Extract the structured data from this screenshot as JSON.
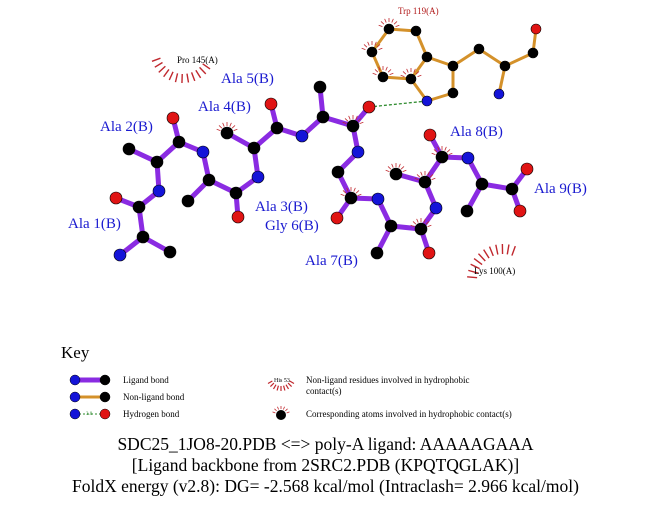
{
  "residue_labels": {
    "ala1": "Ala 1(B)",
    "ala2": "Ala 2(B)",
    "ala3": "Ala 3(B)",
    "ala4": "Ala 4(B)",
    "ala5": "Ala 5(B)",
    "gly6": "Gly 6(B)",
    "ala7": "Ala 7(B)",
    "ala8": "Ala 8(B)",
    "ala9": "Ala 9(B)"
  },
  "protein_residues": {
    "trp119": "Trp 119(A)",
    "pro145": "Pro 145(A)",
    "lys100": "Lys 100(A)"
  },
  "key": {
    "title": "Key",
    "ligand_bond": "Ligand bond",
    "non_ligand_bond": "Non-ligand bond",
    "hydrogen_bond": "Hydrogen bond",
    "hbond_distance_example": "3.0",
    "example_residue": "His 53",
    "non_ligand_residues": "Non-ligand residues involved in hydrophobic contact(s)",
    "corresponding_atoms": "Corresponding atoms involved in hydrophobic contact(s)"
  },
  "caption": {
    "line1": "SDC25_1JO8-20.PDB <=> poly-A ligand: AAAAAGAAA",
    "line2": "[Ligand backbone from 2SRC2.PDB (KPQTQGLAK)]",
    "line3": "FoldX energy (v2.8): DG= -2.568 kcal/mol (Intraclash= 2.966 kcal/mol)"
  },
  "colors": {
    "ligand_bond": "#8a2be2",
    "non_ligand_bond": "#d4912a",
    "hydrogen_bond": "#2e8b2e",
    "nitrogen": "#1414d8",
    "oxygen": "#e01414",
    "carbon": "#000000",
    "hydrophobic": "#c0282e",
    "ligand_label": "#1a1ad0",
    "protein_label": "#b01818"
  }
}
